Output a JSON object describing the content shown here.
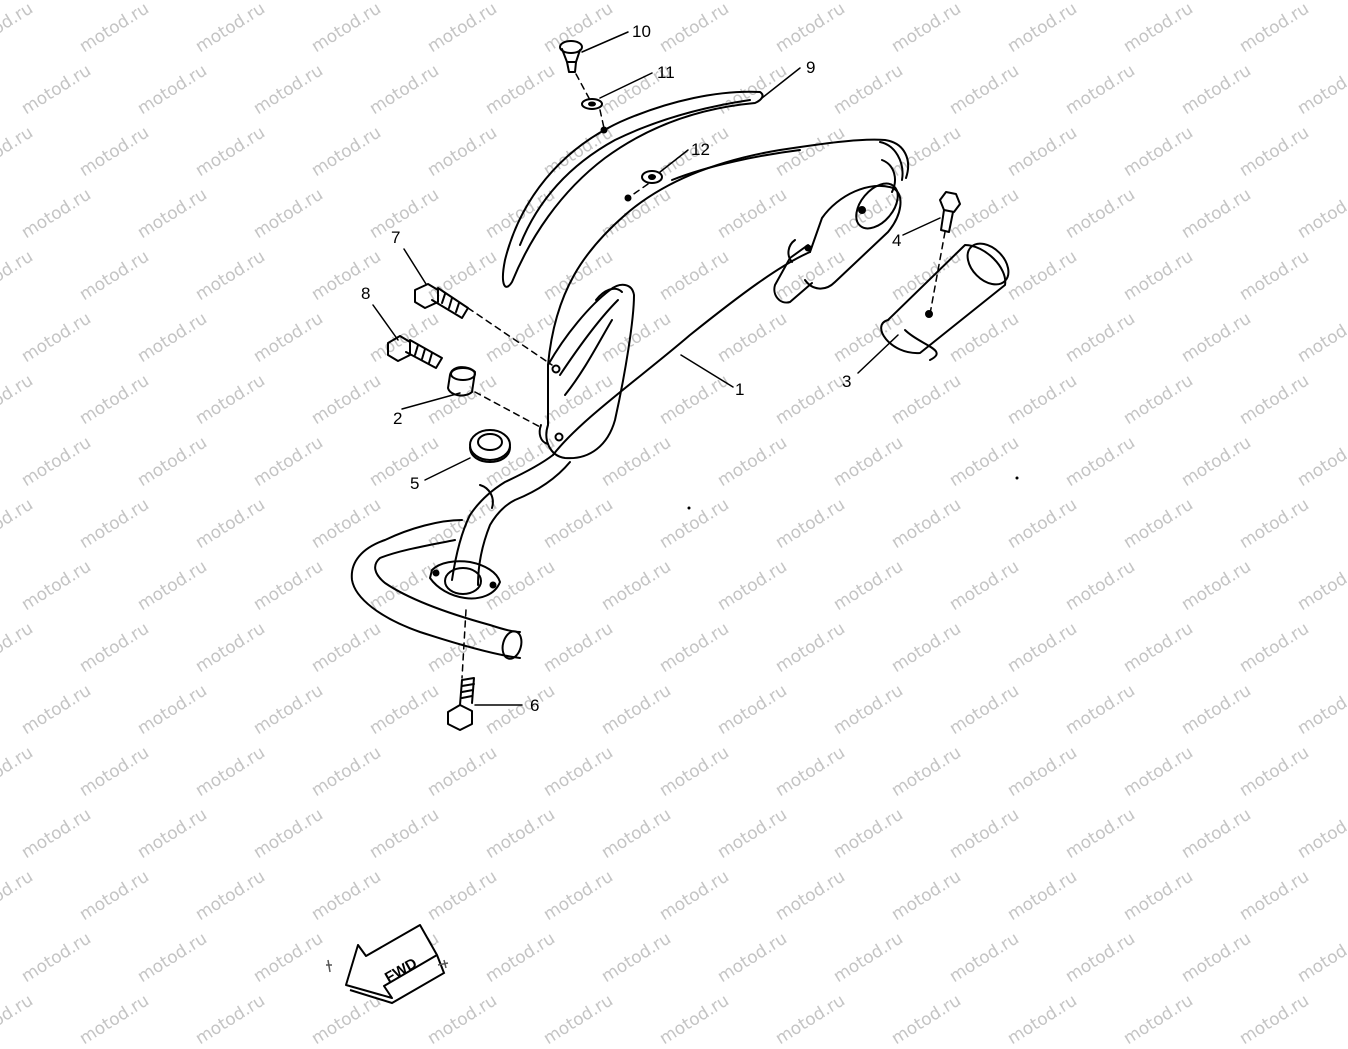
{
  "watermark": "motod.ru",
  "fwd_label": "FWD",
  "callouts": [
    {
      "id": "1",
      "label": "1"
    },
    {
      "id": "2",
      "label": "2"
    },
    {
      "id": "3",
      "label": "3"
    },
    {
      "id": "4",
      "label": "4"
    },
    {
      "id": "5",
      "label": "5"
    },
    {
      "id": "6",
      "label": "6"
    },
    {
      "id": "7",
      "label": "7"
    },
    {
      "id": "8",
      "label": "8"
    },
    {
      "id": "9",
      "label": "9"
    },
    {
      "id": "10",
      "label": "10"
    },
    {
      "id": "11",
      "label": "11"
    },
    {
      "id": "12",
      "label": "12"
    }
  ]
}
